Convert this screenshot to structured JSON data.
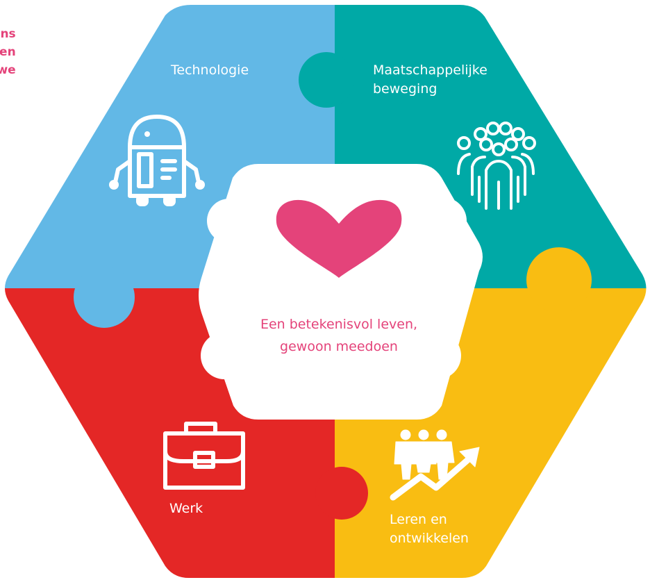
{
  "intro_text": {
    "lines": [
      "e ons",
      "tten",
      "die we"
    ]
  },
  "segments": {
    "technologie": {
      "label": "Technologie",
      "color": "#62b8e6",
      "icon": "robot-icon"
    },
    "maatschappelijk": {
      "line1": "Maatschappelijke",
      "line2": "beweging",
      "color": "#00a9a6",
      "icon": "group-of-people-icon"
    },
    "werk": {
      "label": "Werk",
      "color": "#e42726",
      "icon": "briefcase-icon"
    },
    "leren": {
      "line1": "Leren en",
      "line2": "ontwikkelen",
      "color": "#f9bd12",
      "icon": "growth-people-arrow-icon"
    }
  },
  "center": {
    "line1": "Een betekenisvol leven,",
    "line2": "gewoon meedoen",
    "heart_color": "#e4437a",
    "icon": "heart-icon"
  }
}
